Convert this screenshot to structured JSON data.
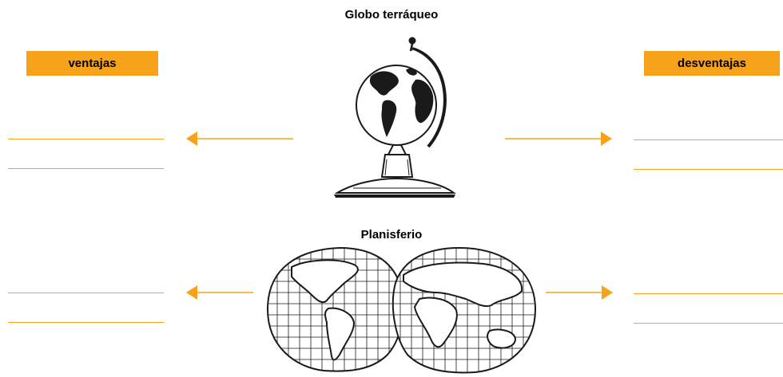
{
  "colors": {
    "accent": "#f6a21a",
    "ink": "#1a1a1a"
  },
  "advantages": {
    "label": "ventajas"
  },
  "disadvantages": {
    "label": "desventajas"
  },
  "globe": {
    "title": "Globo terráqueo",
    "icon": "globe-illustration"
  },
  "map": {
    "title": "Planisferio",
    "icon": "world-map-illustration"
  }
}
